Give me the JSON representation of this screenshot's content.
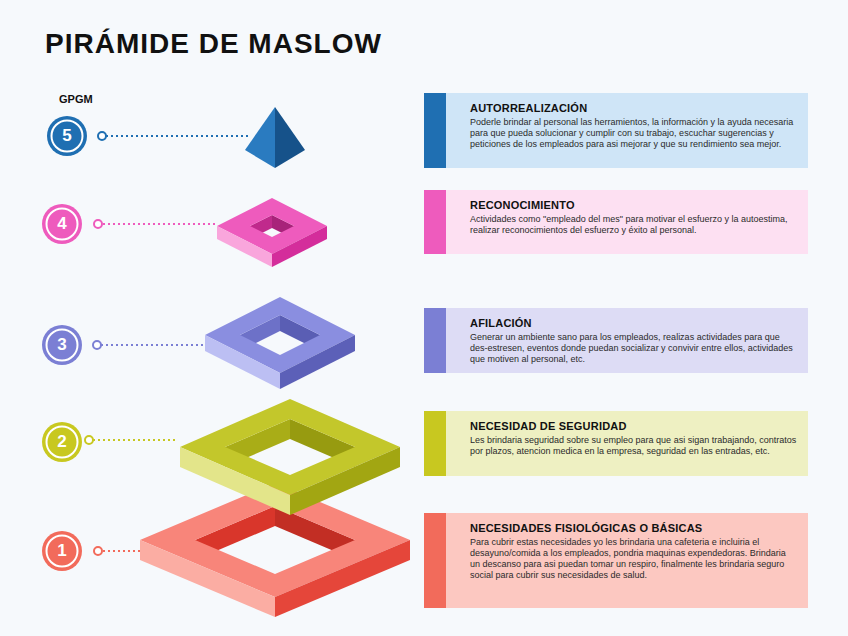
{
  "diagram": {
    "title": "PIRÁMIDE DE MASLOW",
    "nodes": [
      {
        "text": [
          "AUTORREALIZACIÓN",
          "Poderle brindar al personal las herramientos, la información y la ayuda necesaria para que pueda solucionar y cumplir con su trabajo, escuchar sugerencias y peticiones de los empleados para asi mejorar y que su rendimiento sea mejor."
        ]
      },
      {
        "text": [
          "RECONOCIMIENTO",
          "Actividades como \"empleado del mes\" para motivar el esfuerzo y la autoestima,  realizar reconocimientos del esfuerzo y éxito al personal."
        ]
      },
      {
        "text": [
          "AFILACIÓN",
          "Generar un ambiente sano para los empleados, realizas actividades para que des-estresen, eventos donde puedan socializar y convivir entre ellos, actividades que motiven al personal, etc."
        ]
      },
      {
        "text": [
          "NECESIDAD DE SEGURIDAD",
          "Les brindaria seguridad sobre su empleo para que asi sigan trabajando, contratos por plazos, atencion medica en la empresa, seguridad en las entradas, etc."
        ]
      },
      {
        "text": [
          "NECESIDADES FISIOLÓGICAS O BÁSICAS",
          "Para cubrir estas necesidades yo les brindaria una cafeteria e incluiria el desayuno/comida a los empleados, pondria maquinas expendedoras. Brindaria un descanso para asi puedan tomar un respiro, finalmente les brindaria seguro social para cubrir sus necesidades de salud."
        ]
      }
    ],
    "labels": [
      "GPGM",
      "5",
      "4",
      "3",
      "2",
      "1"
    ]
  }
}
